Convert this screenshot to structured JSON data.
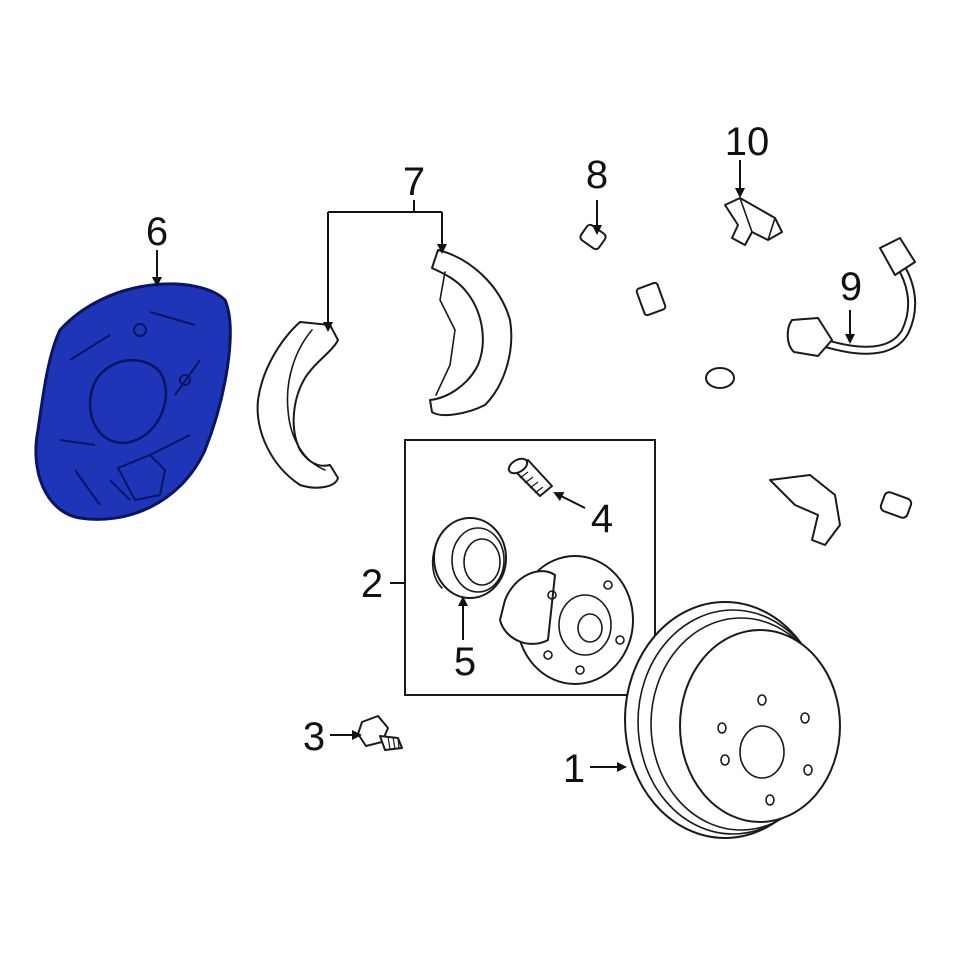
{
  "diagram": {
    "callouts": {
      "c1": "1",
      "c2": "2",
      "c3": "3",
      "c4": "4",
      "c5": "5",
      "c6": "6",
      "c7": "7",
      "c8": "8",
      "c9": "9",
      "c10": "10"
    },
    "colors": {
      "highlight_fill": "#1f35b8",
      "highlight_dark": "#0f1f8a",
      "line": "#1a1a1a",
      "background": "#ffffff"
    }
  }
}
